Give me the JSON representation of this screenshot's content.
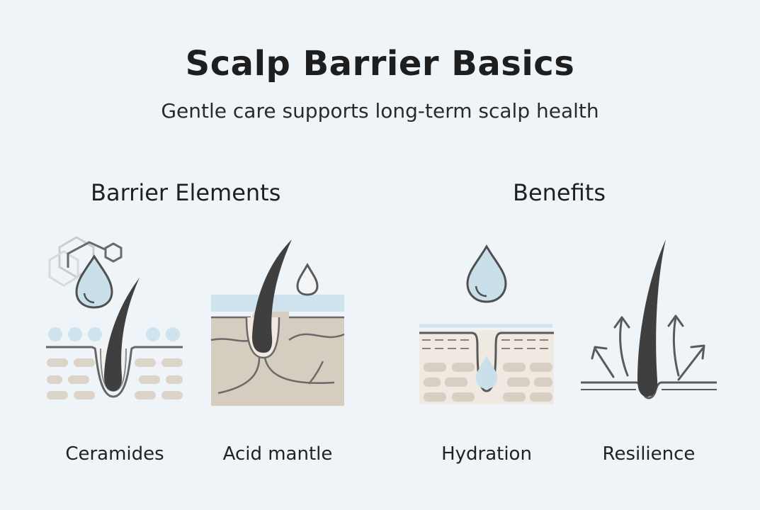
{
  "title": "Scalp Barrier Basics",
  "subtitle": "Gentle care supports long-term scalp health",
  "sections": {
    "left": "Barrier Elements",
    "right": "Benefits"
  },
  "items": [
    {
      "label": "Ceramides",
      "icon": "ceramides-icon"
    },
    {
      "label": "Acid mantle",
      "icon": "acid-mantle-icon"
    },
    {
      "label": "Hydration",
      "icon": "hydration-icon"
    },
    {
      "label": "Resilience",
      "icon": "resilience-icon"
    }
  ],
  "colors": {
    "background": "#eff4f8",
    "water": "#cfe4ef",
    "hair": "#3f3f3f",
    "skin": "#d8cfc3",
    "stroke": "#5a5a5a"
  }
}
